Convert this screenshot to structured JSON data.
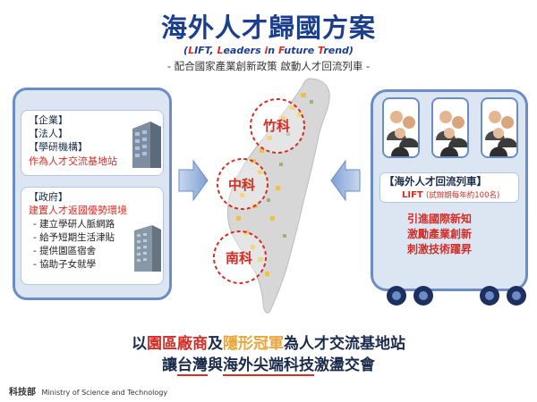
{
  "header": {
    "title": "海外人才歸國方案",
    "subtitle_en": {
      "open": "(",
      "r1": "L",
      "t1": "IFT, ",
      "r2": "L",
      "t2": "eaders ",
      "r3": "i",
      "t3": "n ",
      "r4": "F",
      "t4": "uture ",
      "r5": "T",
      "t5": "rend)"
    },
    "subtitle_zh": "- 配合國家產業創新政策 啟動人才回流列車 -"
  },
  "left_panel": {
    "box1": {
      "line1": "【企業】",
      "line2": "【法人】",
      "line3": "【學研機構】",
      "line4": "作為人才交流基地站"
    },
    "box2": {
      "line1": "【政府】",
      "line2": "建置人才返國優勢環境",
      "items": [
        "- 建立學研人脈網路",
        "- 給予短期生活津貼",
        "- 提供園區宿舍",
        "- 協助子女就學"
      ]
    }
  },
  "map": {
    "parks": [
      "竹科",
      "中科",
      "南科"
    ]
  },
  "right_panel": {
    "train_title": "【海外人才回流列車】",
    "lift_label": "LIFT",
    "lift_note": "(試辦期每年約100名)",
    "goals": [
      "引進國際新知",
      "激勵產業創新",
      "刺激技術躍昇"
    ]
  },
  "taglines": {
    "line1": {
      "a": "以",
      "b": "園區廠商",
      "c": "及",
      "d": "隱形冠軍",
      "e": "為人才交流基地站"
    },
    "line2": {
      "a": "讓",
      "b": "台灣",
      "c": "與",
      "d": "海外尖端科技",
      "e": "激盪交會"
    }
  },
  "footer": {
    "logo": "科技部",
    "ministry": "Ministry of Science and Technology"
  },
  "colors": {
    "navy": "#1b3f8c",
    "red": "#d22e26",
    "panel_bg": "#dce6f3",
    "panel_border": "#6b8cc4",
    "gold": "#e7a53a"
  }
}
